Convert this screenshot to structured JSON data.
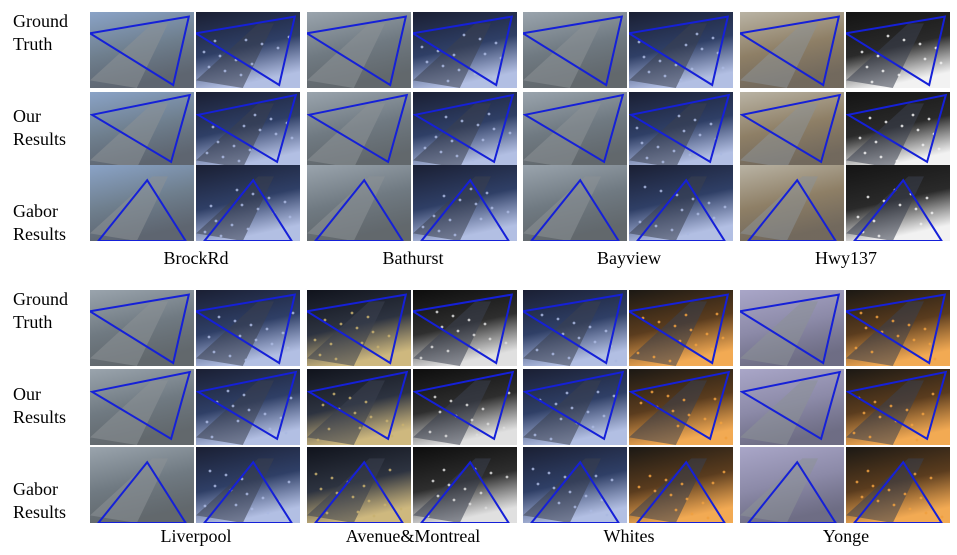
{
  "row_labels": [
    [
      "Ground",
      "Truth"
    ],
    [
      "Our",
      "Results"
    ],
    [
      "Gabor",
      "Results"
    ]
  ],
  "locations_top": [
    "BrockRd",
    "Bathurst",
    "Bayview",
    "Hwy137"
  ],
  "locations_bottom": [
    "Liverpool",
    "Avenue&Montreal",
    "Whites",
    "Yonge"
  ],
  "colors": {
    "triangle": "#1520d8"
  }
}
